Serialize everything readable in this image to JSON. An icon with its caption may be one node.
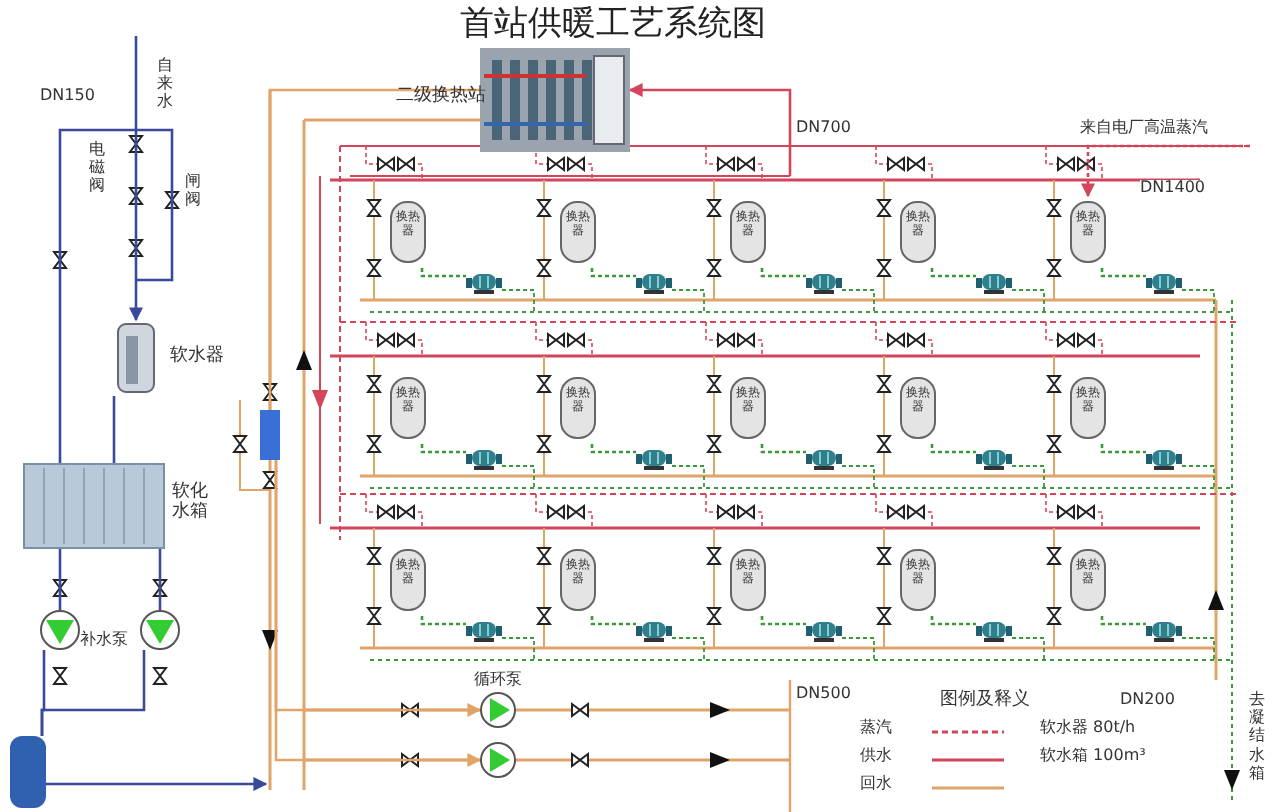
{
  "diagram": {
    "title": "首站供暖工艺系统图",
    "nodes": [
      {
        "text": [],
        "shape": "picture",
        "beside": [
          "软水器"
        ]
      },
      {
        "text": [],
        "shape": "picture",
        "beside": [
          "软化水箱"
        ]
      },
      {
        "text": [],
        "shape": "circle"
      },
      {
        "text": [],
        "shape": "circle"
      },
      {
        "text": [],
        "shape": "cylinder"
      },
      {
        "text": [],
        "shape": "picture",
        "beside": [
          "二级换热站"
        ]
      },
      {
        "text": [],
        "shape": "bar"
      },
      {
        "text": [],
        "shape": "circle"
      },
      {
        "text": [],
        "shape": "circle"
      },
      {
        "text": [
          "换热器"
        ]
      },
      {
        "text": [
          "换热器"
        ]
      },
      {
        "text": [
          "换热器"
        ]
      },
      {
        "text": [
          "换热器"
        ]
      },
      {
        "text": [
          "换热器"
        ]
      },
      {
        "text": [
          "换热器"
        ]
      },
      {
        "text": [
          "换热器"
        ]
      },
      {
        "text": [
          "换热器"
        ]
      },
      {
        "text": [
          "换热器"
        ]
      },
      {
        "text": [
          "换热器"
        ]
      },
      {
        "text": [
          "换热器"
        ]
      },
      {
        "text": [
          "换热器"
        ]
      },
      {
        "text": [
          "换热器"
        ]
      },
      {
        "text": [
          "换热器"
        ]
      },
      {
        "text": [
          "换热器"
        ]
      },
      {
        "text": [],
        "shape": "picture"
      },
      {
        "text": [],
        "shape": "picture"
      },
      {
        "text": [],
        "shape": "picture"
      },
      {
        "text": [],
        "shape": "picture"
      },
      {
        "text": [],
        "shape": "picture"
      },
      {
        "text": [],
        "shape": "picture"
      },
      {
        "text": [],
        "shape": "picture"
      },
      {
        "text": [],
        "shape": "picture"
      },
      {
        "text": [],
        "shape": "picture"
      },
      {
        "text": [],
        "shape": "picture"
      },
      {
        "text": [],
        "shape": "picture"
      },
      {
        "text": [],
        "shape": "picture"
      },
      {
        "text": [],
        "shape": "picture"
      },
      {
        "text": [],
        "shape": "picture"
      },
      {
        "text": [],
        "shape": "picture"
      }
    ],
    "edges": [
      {
        "from": null,
        "to": 0,
        "arrow": "to",
        "color": "#3a4a9a"
      },
      {
        "from": 0,
        "to": 1,
        "arrow": "none",
        "color": "#3a4a9a"
      },
      {
        "from": 1,
        "to": 2,
        "arrow": "none",
        "color": "#3a4a9a"
      },
      {
        "from": 1,
        "to": 3,
        "arrow": "none",
        "color": "#3a4a9a"
      },
      {
        "from": 2,
        "to": 4,
        "arrow": "none",
        "color": "#3a4a9a"
      },
      {
        "from": 3,
        "to": 4,
        "arrow": "none",
        "color": "#3a4a9a"
      },
      {
        "from": 4,
        "to": null,
        "arrow": "to",
        "color": "#3a4a9a"
      },
      {
        "from": null,
        "to": 5,
        "arrow": "to",
        "color": "#d2455a"
      },
      {
        "from": 5,
        "to": 6,
        "arrow": "none",
        "color": "#e0a468"
      },
      {
        "from": 6,
        "to": 7,
        "arrow": "to",
        "color": "#e0a468"
      },
      {
        "from": 6,
        "to": 8,
        "arrow": "to",
        "color": "#e0a468"
      },
      {
        "from": null,
        "to": 13,
        "arrow": "to",
        "style": "dashed",
        "color": "#d2455a"
      },
      {
        "from": 9,
        "to": 24,
        "arrow": "none",
        "style": "dashed"
      },
      {
        "from": 10,
        "to": 25,
        "arrow": "none",
        "style": "dashed"
      },
      {
        "from": 11,
        "to": 26,
        "arrow": "none",
        "style": "dashed"
      },
      {
        "from": 12,
        "to": 27,
        "arrow": "none",
        "style": "dashed"
      },
      {
        "from": 13,
        "to": 28,
        "arrow": "none",
        "style": "dashed"
      },
      {
        "from": 14,
        "to": 29,
        "arrow": "none",
        "style": "dashed"
      },
      {
        "from": 15,
        "to": 30,
        "arrow": "none",
        "style": "dashed"
      },
      {
        "from": 16,
        "to": 31,
        "arrow": "none",
        "style": "dashed"
      },
      {
        "from": 17,
        "to": 32,
        "arrow": "none",
        "style": "dashed"
      },
      {
        "from": 18,
        "to": 33,
        "arrow": "none",
        "style": "dashed"
      },
      {
        "from": 19,
        "to": 34,
        "arrow": "none",
        "style": "dashed"
      },
      {
        "from": 20,
        "to": 35,
        "arrow": "none",
        "style": "dashed"
      },
      {
        "from": 21,
        "to": 36,
        "arrow": "none",
        "style": "dashed"
      },
      {
        "from": 22,
        "to": 37,
        "arrow": "none",
        "style": "dashed"
      },
      {
        "from": 23,
        "to": 38,
        "arrow": "none",
        "style": "dashed"
      },
      {
        "from": 24,
        "to": null,
        "arrow": "none",
        "style": "dashed"
      },
      {
        "from": 25,
        "to": null,
        "arrow": "none",
        "style": "dashed"
      },
      {
        "from": 26,
        "to": null,
        "arrow": "none",
        "style": "dashed"
      },
      {
        "from": 27,
        "to": null,
        "arrow": "none",
        "style": "dashed"
      },
      {
        "from": 28,
        "to": null,
        "arrow": "none",
        "style": "dashed"
      },
      {
        "from": 29,
        "to": null,
        "arrow": "none",
        "style": "dashed"
      },
      {
        "from": 30,
        "to": null,
        "arrow": "none",
        "style": "dashed"
      },
      {
        "from": 31,
        "to": null,
        "arrow": "none",
        "style": "dashed"
      },
      {
        "from": 32,
        "to": null,
        "arrow": "none",
        "style": "dashed"
      },
      {
        "from": 33,
        "to": null,
        "arrow": "none",
        "style": "dashed"
      },
      {
        "from": 34,
        "to": null,
        "arrow": "none",
        "style": "dashed"
      },
      {
        "from": 35,
        "to": null,
        "arrow": "none",
        "style": "dashed"
      },
      {
        "from": 36,
        "to": null,
        "arrow": "none",
        "style": "dashed"
      },
      {
        "from": 37,
        "to": null,
        "arrow": "none",
        "style": "dashed"
      },
      {
        "from": 38,
        "to": null,
        "arrow": "none",
        "style": "dashed"
      }
    ],
    "labels": [
      "DN150",
      "自来水",
      "电磁阀",
      "闸阀",
      "补水泵",
      "DN700",
      "来自电厂高温蒸汽",
      "DN1400",
      "循环泵",
      "DN500",
      "DN200",
      "去凝结水箱",
      "图例及释义",
      "软水器 80t/h",
      "软水箱 100m³"
    ],
    "legend": [
      {
        "text": "蒸汽"
      },
      {
        "text": "供水"
      },
      {
        "text": "回水"
      }
    ]
  }
}
